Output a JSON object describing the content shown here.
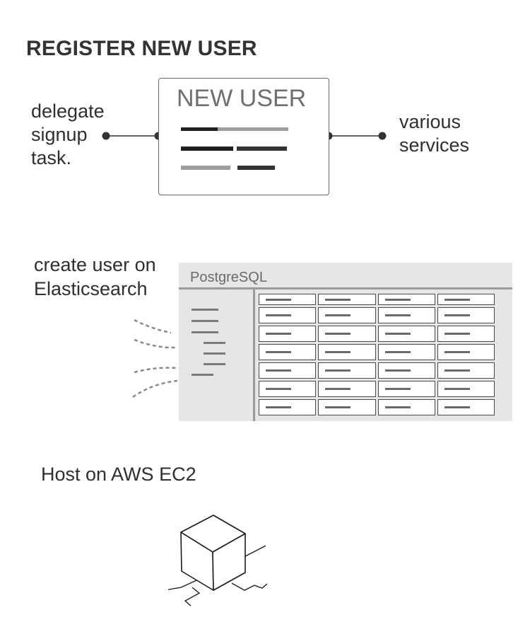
{
  "title": "REGISTER NEW USER",
  "card": {
    "title": "NEW USER"
  },
  "left_label": {
    "lines": [
      "delegate",
      "signup",
      "task."
    ]
  },
  "right_label": {
    "lines": [
      "various",
      "services"
    ]
  },
  "create_label": {
    "lines": [
      "create user on",
      "Elasticsearch"
    ]
  },
  "database": {
    "label": "PostgreSQL",
    "columns": 4,
    "rows": 7
  },
  "host_label": "Host on AWS EC2",
  "colors": {
    "line": "#333333",
    "bar_dark": "#1f1f1f",
    "bar_light": "#9e9e9e",
    "panel_bg": "#e6e6e6",
    "panel_border": "#9a9a9a"
  },
  "icons": [
    "server-cube-icon"
  ]
}
